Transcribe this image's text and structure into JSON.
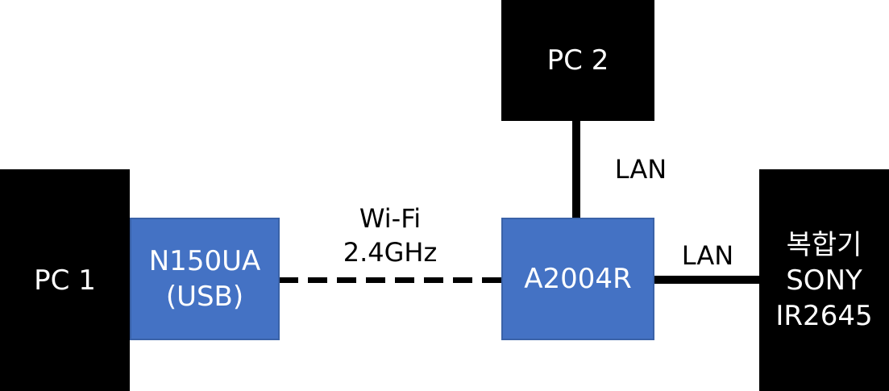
{
  "nodes": {
    "pc1": "PC 1",
    "usb_adapter": "N150UA\n(USB)",
    "router": "A2004R",
    "pc2": "PC 2",
    "printer": "복합기\nSONY\nIR2645"
  },
  "links": {
    "wifi": "Wi-Fi\n2.4GHz",
    "lan_top": "LAN",
    "lan_right": "LAN"
  },
  "colors": {
    "device": "#000000",
    "network_device": "#4472c4",
    "text_on_device": "#ffffff"
  }
}
